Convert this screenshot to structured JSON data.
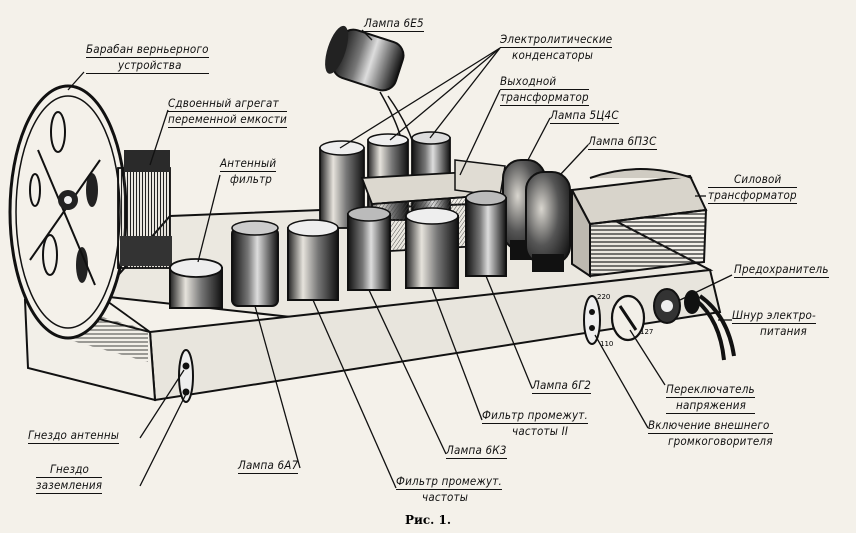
{
  "labels": {
    "drum": [
      "Барабан верньерного",
      "устройства"
    ],
    "dual_cap": [
      "Сдвоенный агрегат",
      "переменной емкости"
    ],
    "antenna_filter": [
      "Антенный",
      "фильтр"
    ],
    "lamp_6e5": "Лампа 6Е5",
    "electrolytic": [
      "Электролитические",
      "конденсаторы"
    ],
    "output_tr": [
      "Выходной",
      "трансформатор"
    ],
    "lamp_5c4s": "Лампа 5Ц4С",
    "lamp_6p3s": "Лампа 6П3С",
    "power_tr": [
      "Силовой",
      "трансформатор"
    ],
    "fuse": "Предохранитель",
    "cord": [
      "Шнур электро-",
      "питания"
    ],
    "voltage_switch": [
      "Переключатель",
      "напряжения"
    ],
    "ext_speaker": [
      "Включение внешнего",
      "громкоговорителя"
    ],
    "lamp_6g2": "Лампа 6Г2",
    "if_filter_2": [
      "Фильтр промежут.",
      "частоты II"
    ],
    "lamp_6k3": "Лампа 6К3",
    "if_filter": [
      "Фильтр промежут.",
      "частоты"
    ],
    "lamp_6a7": "Лампа 6А7",
    "antenna_jack": "Гнездо антенны",
    "ground_jack": [
      "Гнездо",
      "заземления"
    ]
  },
  "chassis_marks": {
    "v220": "220",
    "v127": "127",
    "v110": "110"
  },
  "caption": "Рис. 1."
}
